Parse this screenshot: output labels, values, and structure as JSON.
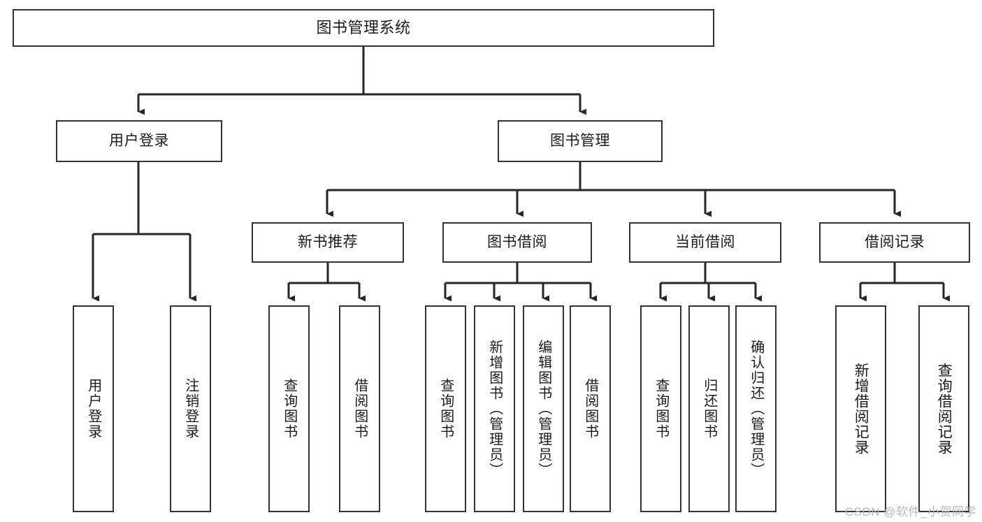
{
  "diagram": {
    "title": "图书管理系统",
    "type": "tree",
    "watermark": "CSDN @软件_小贺同学",
    "colors": {
      "box_border": "#333333",
      "box_fill": "#ffffff",
      "connector": "#262626",
      "text": "#1b1b1b",
      "watermark": "#b9b9b9"
    },
    "nodes": {
      "root": {
        "label": "图书管理系统"
      },
      "level2": [
        {
          "label": "用户登录"
        },
        {
          "label": "图书管理"
        }
      ],
      "level3": [
        {
          "label": "新书推荐"
        },
        {
          "label": "图书借阅"
        },
        {
          "label": "当前借阅"
        },
        {
          "label": "借阅记录"
        }
      ],
      "leaves": {
        "user_login": [
          {
            "label": "用户登录"
          },
          {
            "label": "注销登录"
          }
        ],
        "new_book": [
          {
            "label": "查询图书"
          },
          {
            "label": "借阅图书"
          }
        ],
        "book_borrow": [
          {
            "label": "查询图书"
          },
          {
            "label": "新增图书（管理员）"
          },
          {
            "label": "编辑图书（管理员）"
          },
          {
            "label": "借阅图书"
          }
        ],
        "current_borrow": [
          {
            "label": "查询图书"
          },
          {
            "label": "归还图书"
          },
          {
            "label": "确认归还（管理员）"
          }
        ],
        "borrow_record": [
          {
            "label": "新增借阅记录"
          },
          {
            "label": "查询借阅记录"
          }
        ]
      }
    }
  }
}
